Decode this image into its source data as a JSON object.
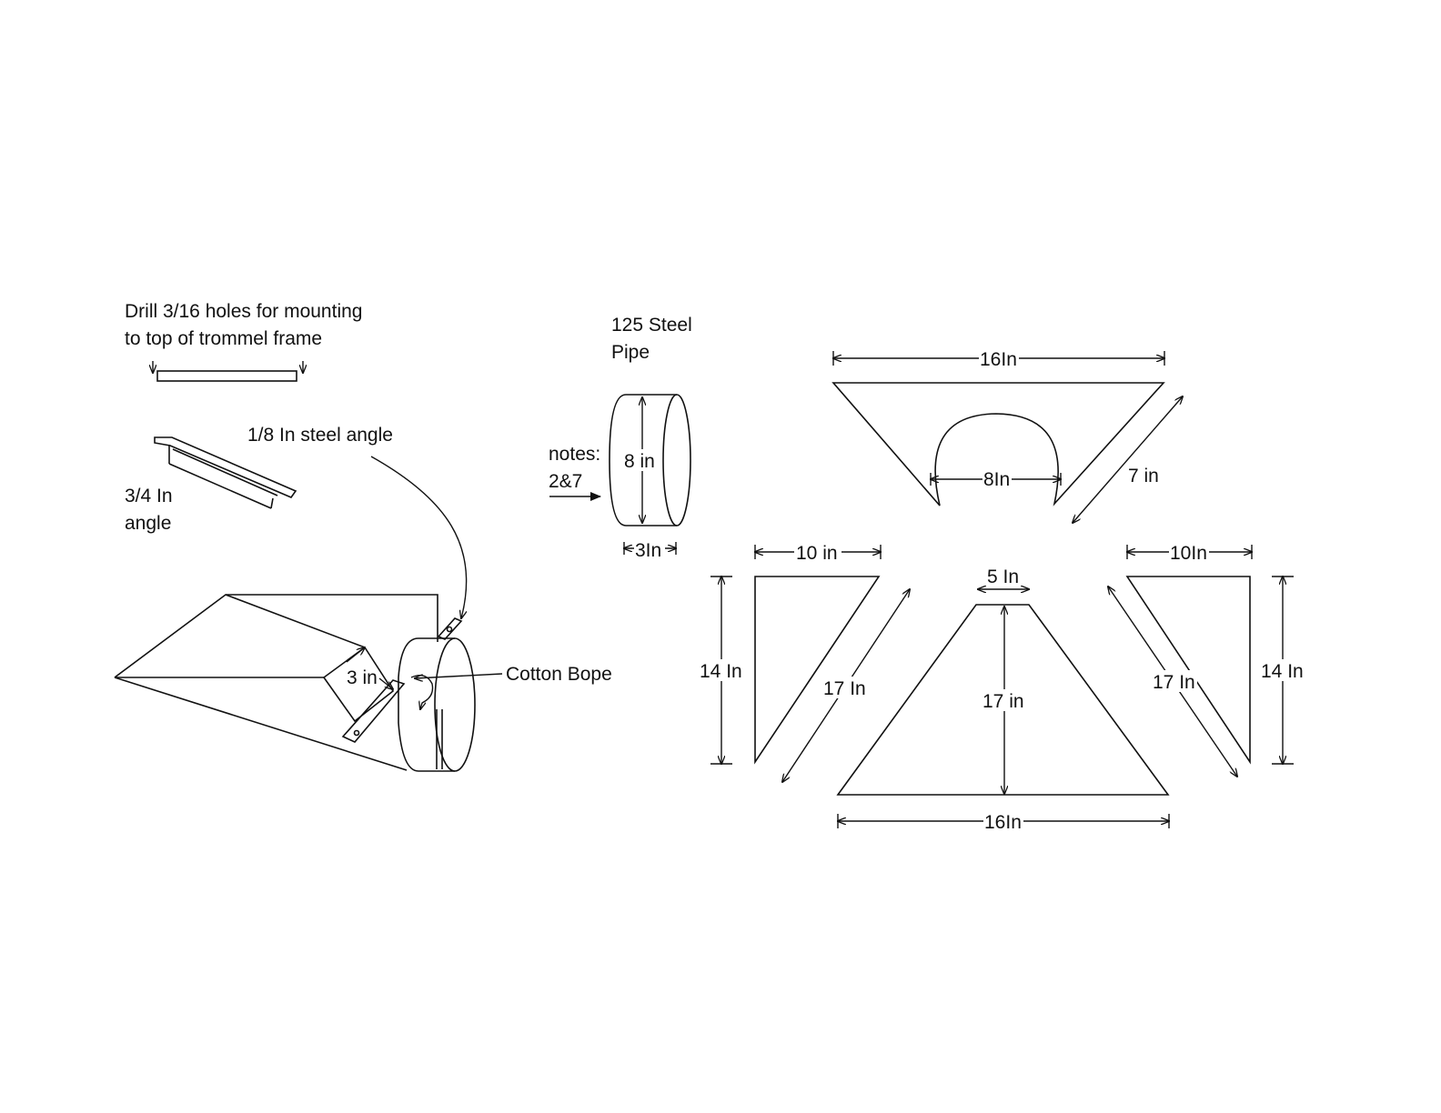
{
  "labels": {
    "drill_note_line1": "Drill 3/16 holes for mounting",
    "drill_note_line2": "to top of trommel frame",
    "steel_angle": "1/8 In steel angle",
    "angle_size_line1": "3/4 In",
    "angle_size_line2": "angle",
    "pipe_line1": "125 Steel",
    "pipe_line2": "Pipe",
    "notes_line1": "notes:",
    "notes_line2": "2&7",
    "pipe_height": "8 in",
    "pipe_width": "3In",
    "hopper_depth": "3 in",
    "cotton_rope": "Cotton Bope",
    "top_width": "16In",
    "arc_width": "8In",
    "top_slant": "7 in",
    "left_width": "10 in",
    "left_height": "14 In",
    "left_diag": "17 In",
    "mid_top": "5 In",
    "mid_height": "17 in",
    "mid_bottom": "16In",
    "right_width": "10In",
    "right_diag": "17 In",
    "right_height": "14 In"
  }
}
